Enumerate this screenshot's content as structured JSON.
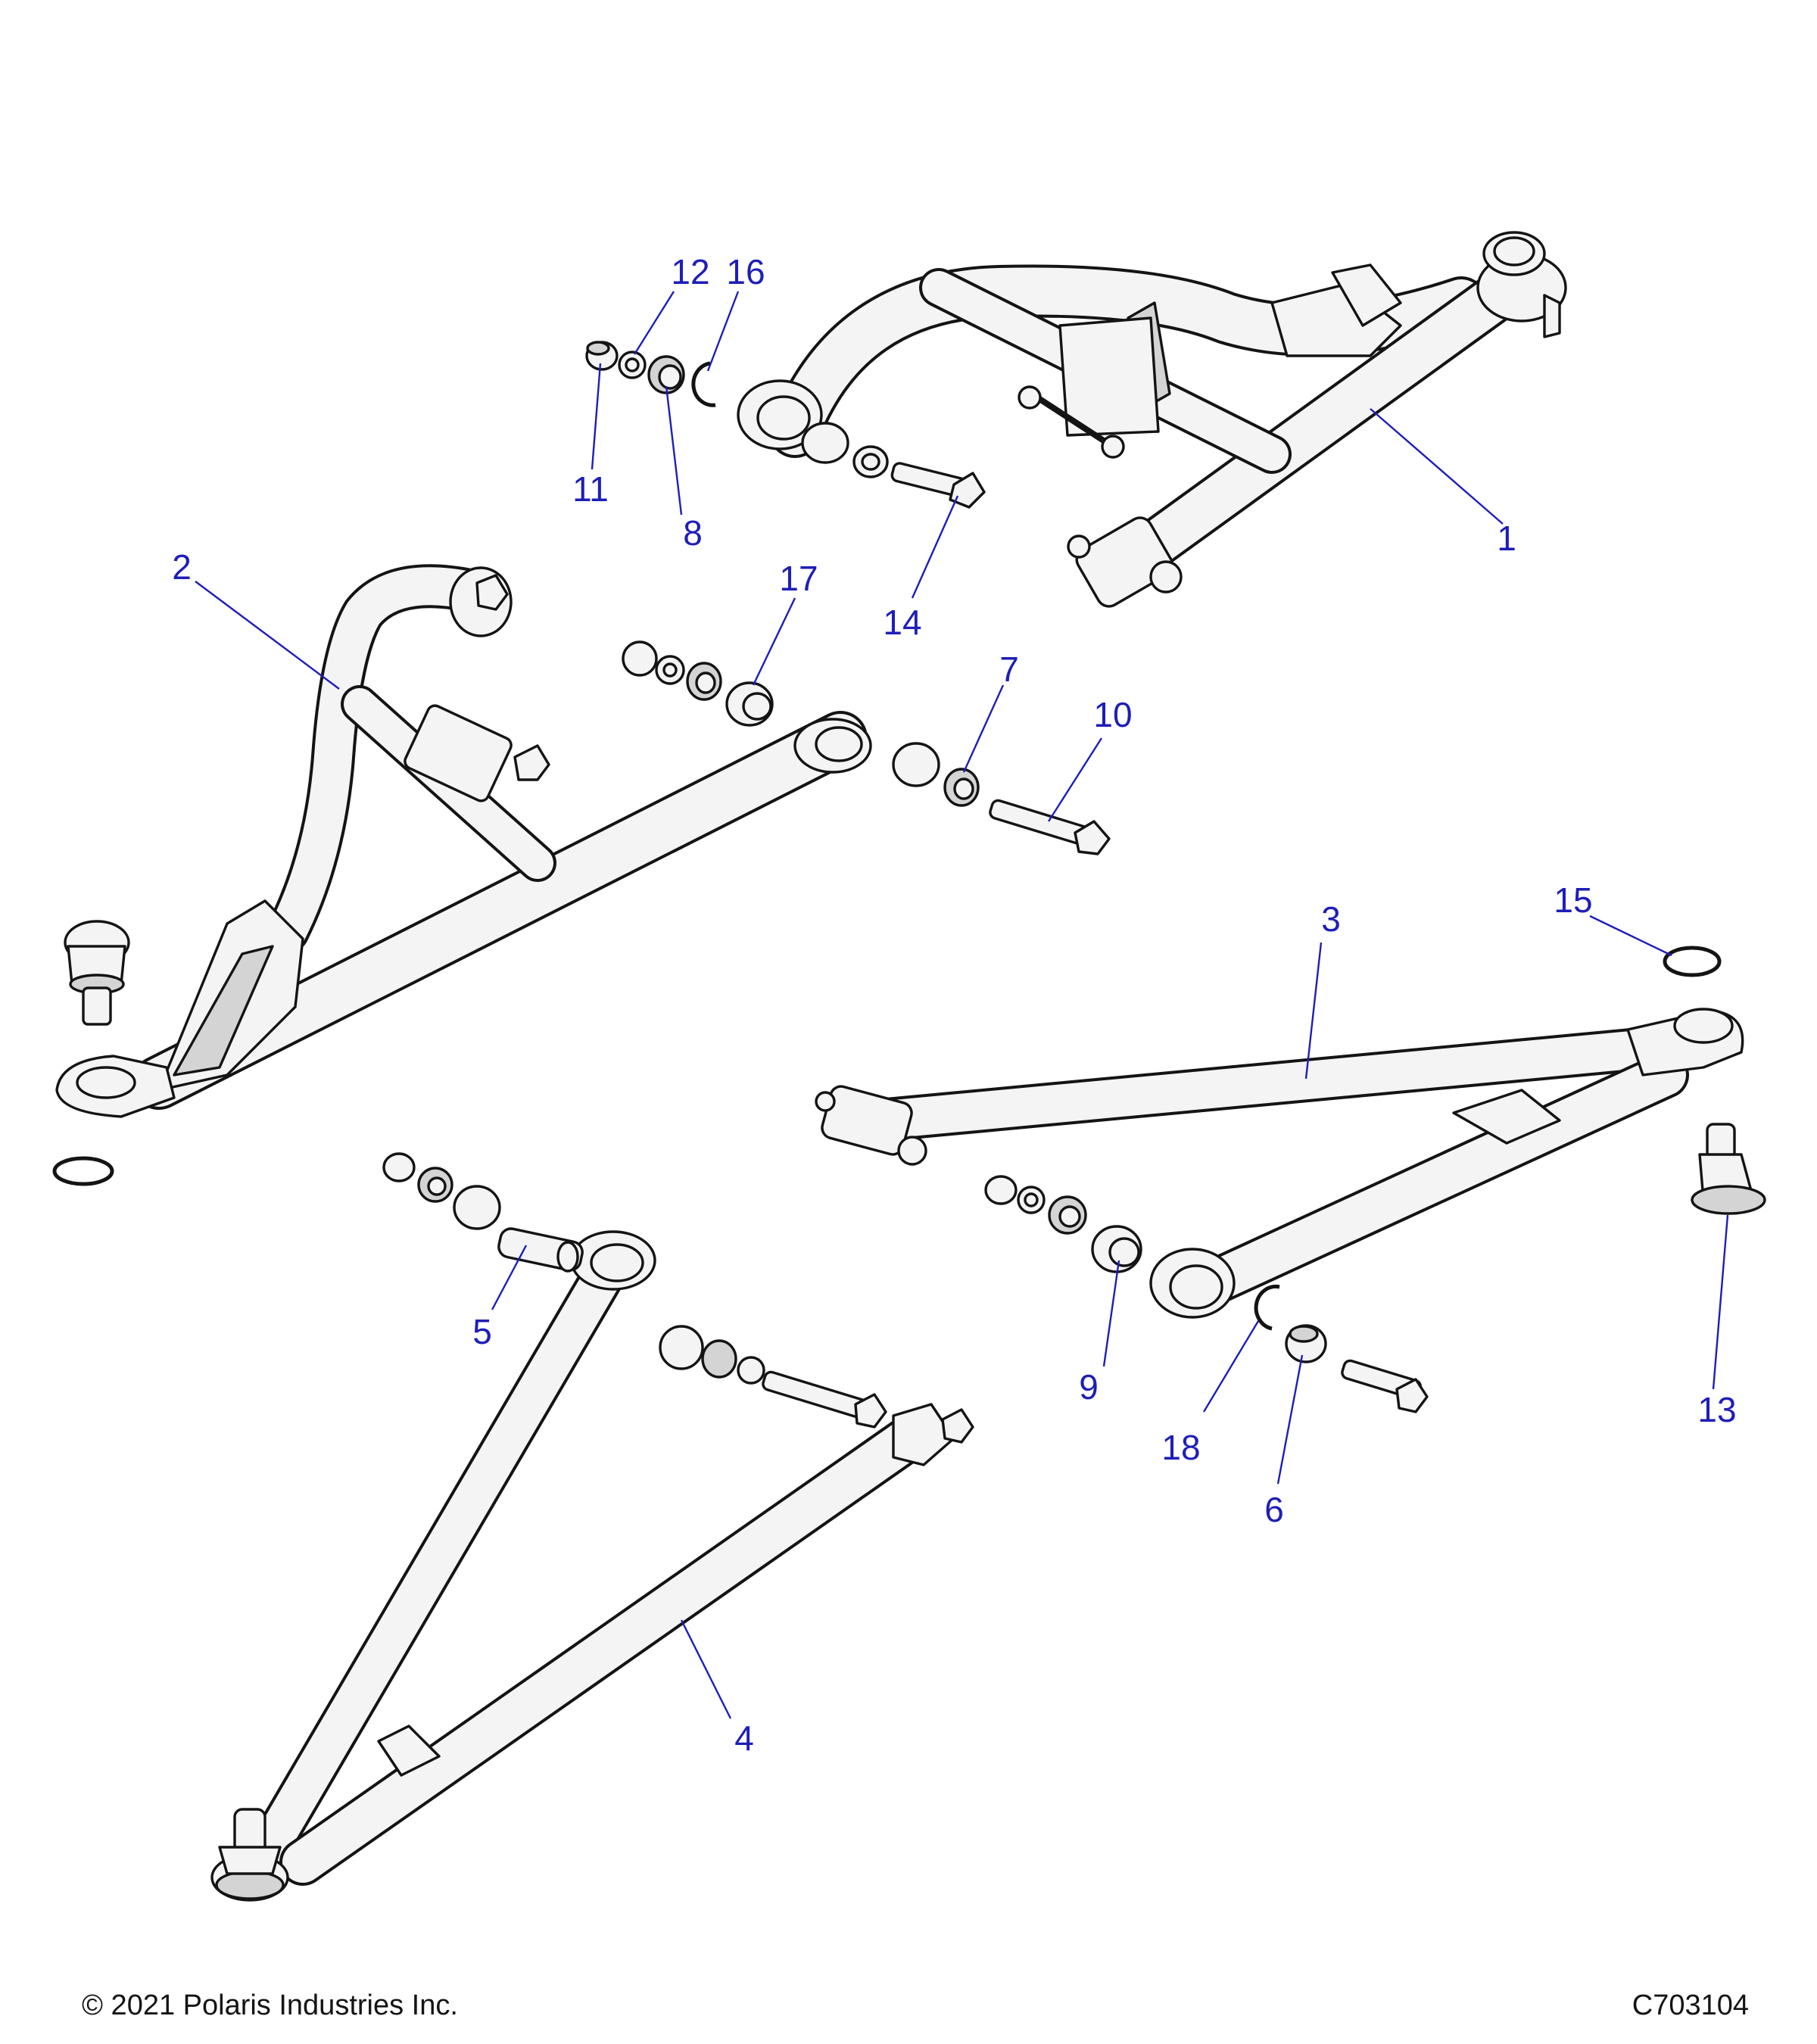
{
  "copyright": "© 2021 Polaris Industries Inc.",
  "diagram_id": "C703104",
  "callouts": [
    {
      "label": "1"
    },
    {
      "label": "2"
    },
    {
      "label": "3"
    },
    {
      "label": "4"
    },
    {
      "label": "5"
    },
    {
      "label": "6"
    },
    {
      "label": "7"
    },
    {
      "label": "8"
    },
    {
      "label": "9"
    },
    {
      "label": "10"
    },
    {
      "label": "11"
    },
    {
      "label": "12"
    },
    {
      "label": "13"
    },
    {
      "label": "14"
    },
    {
      "label": "15"
    },
    {
      "label": "16"
    },
    {
      "label": "17"
    },
    {
      "label": "18"
    }
  ],
  "colors": {
    "callout": "#1e1eb8",
    "line": "#141414",
    "part_fill": "#f4f4f4"
  }
}
